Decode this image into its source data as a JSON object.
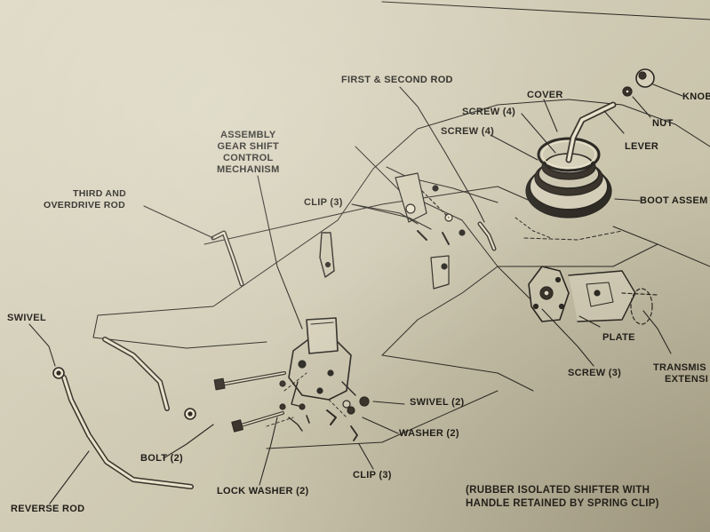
{
  "labels": {
    "first_second_rod": "FIRST & SECOND ROD",
    "cover": "COVER",
    "knob": "KNOB",
    "screw_4_a": "SCREW (4)",
    "screw_4_b": "SCREW (4)",
    "nut": "NUT",
    "lever": "LEVER",
    "boot_assembly": "BOOT ASSEM",
    "assembly_lines": [
      "ASSEMBLY",
      "GEAR SHIFT",
      "CONTROL",
      "MECHANISM"
    ],
    "third_overdrive_lines": [
      "THIRD AND",
      "OVERDRIVE ROD"
    ],
    "clip_3_top": "CLIP (3)",
    "swivel": "SWIVEL",
    "plate": "PLATE",
    "transmission_lines": [
      "TRANSMIS",
      "EXTENSI"
    ],
    "screw_3": "SCREW (3)",
    "swivel_2": "SWIVEL (2)",
    "washer_2": "WASHER (2)",
    "bolt_2": "BOLT (2)",
    "clip_3_bottom": "CLIP (3)",
    "lock_washer_2": "LOCK WASHER (2)",
    "reverse_rod": "REVERSE ROD"
  },
  "note_lines": [
    "(RUBBER ISOLATED SHIFTER WITH",
    "HANDLE RETAINED BY SPRING CLIP)"
  ],
  "colors": {
    "paper": "#d4cfb9",
    "ink": "#1e1c18"
  }
}
